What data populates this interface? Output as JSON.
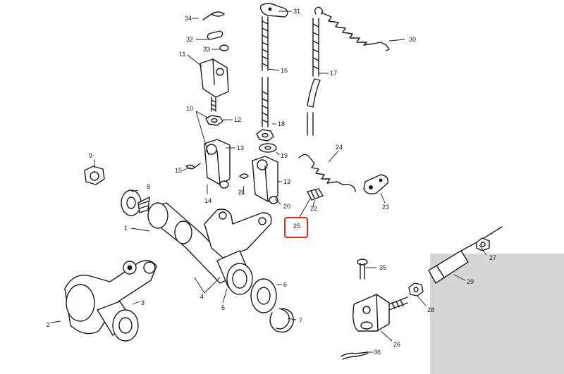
{
  "diagram": {
    "highlight_color": "#d62828",
    "highlighted_callout": "25",
    "callouts": [
      "1",
      "2",
      "3",
      "4",
      "5",
      "6",
      "7",
      "8",
      "9",
      "10",
      "11",
      "12",
      "13",
      "14",
      "15",
      "16",
      "17",
      "18",
      "19",
      "20",
      "21",
      "22",
      "23",
      "24",
      "25",
      "26",
      "27",
      "28",
      "29",
      "30",
      "31",
      "32",
      "33",
      "34",
      "35",
      "36"
    ]
  }
}
